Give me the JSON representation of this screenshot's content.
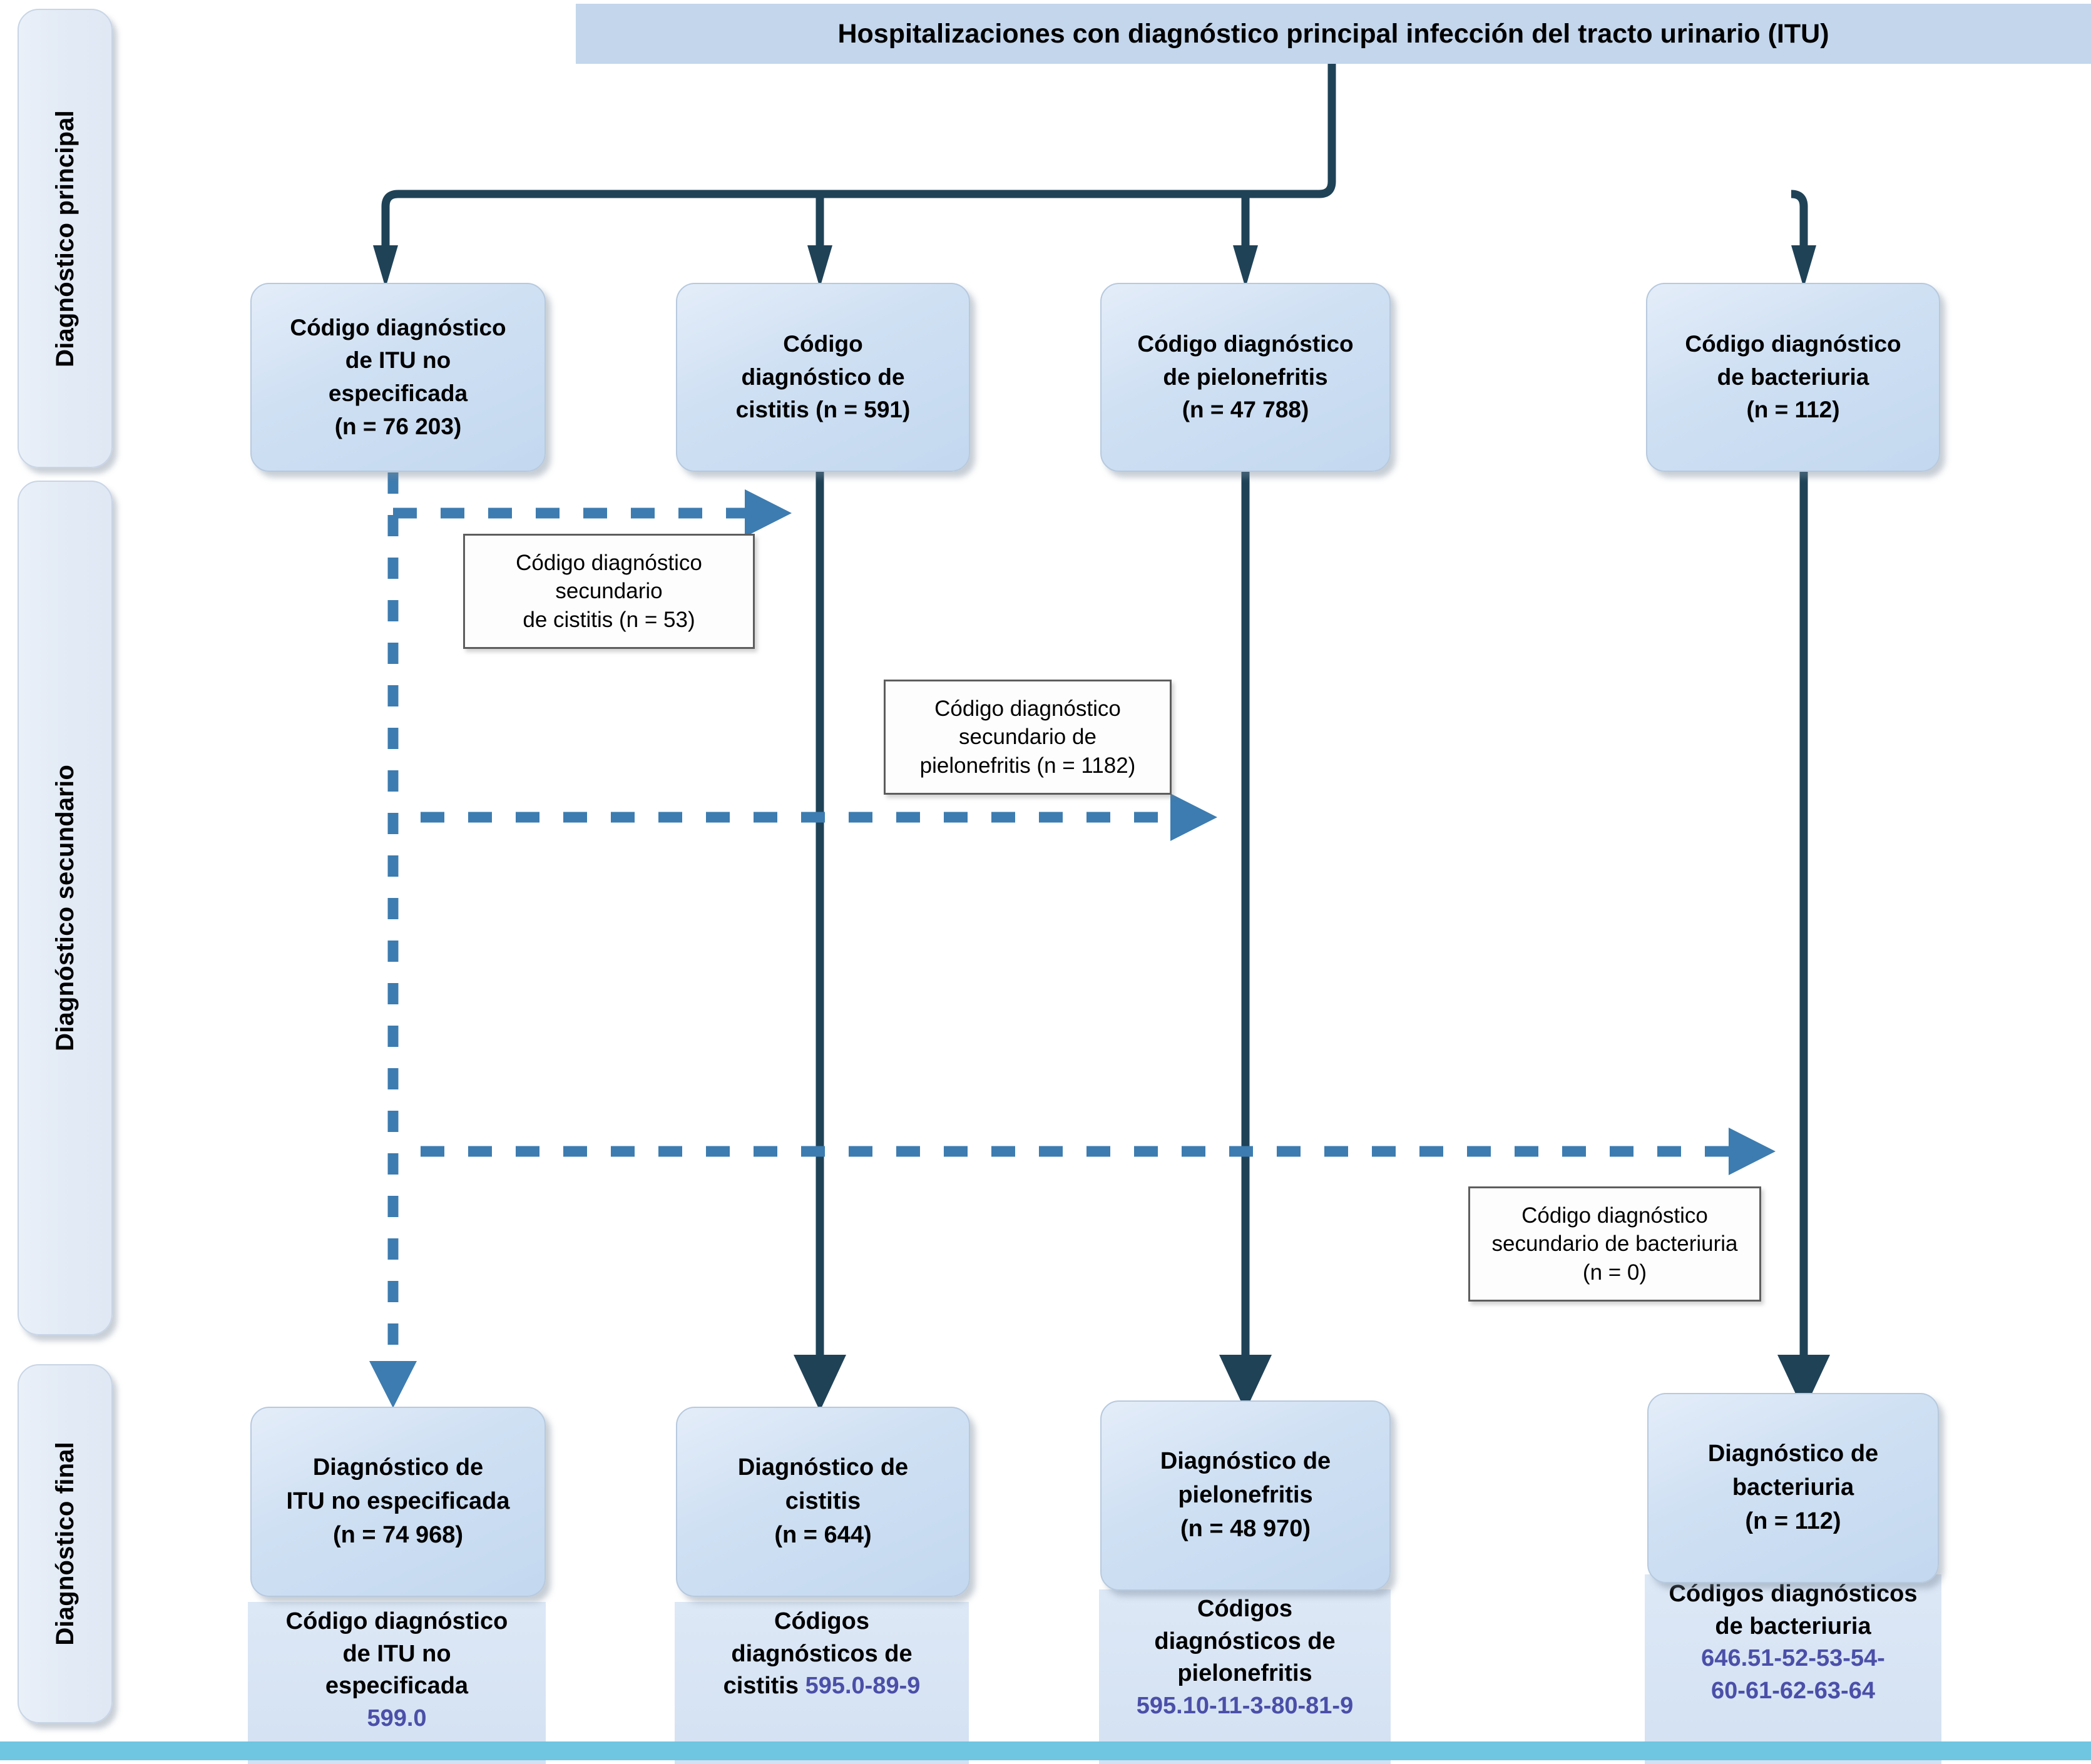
{
  "banner": {
    "title": "Hospitalizaciones con diagnóstico principal infección del tracto urinario (ITU)"
  },
  "rails": [
    {
      "label": "Diagnóstico principal"
    },
    {
      "label": "Diagnóstico secundario"
    },
    {
      "label": "Diagnóstico final"
    }
  ],
  "primary_boxes": [
    {
      "l1": "Código diagnóstico",
      "l2": "de ITU no",
      "l3": "especificada",
      "l4": "(n = 76 203)"
    },
    {
      "l1": "Código",
      "l2": "diagnóstico de",
      "l3": "cistitis (n = 591)",
      "l4": ""
    },
    {
      "l1": "Código diagnóstico",
      "l2": "de pielonefritis",
      "l3": "(n = 47 788)",
      "l4": ""
    },
    {
      "l1": "Código diagnóstico",
      "l2": "de bacteriuria",
      "l3": "(n = 112)",
      "l4": ""
    }
  ],
  "secondary_notes": [
    {
      "l1": "Código diagnóstico",
      "l2": "secundario",
      "l3": "de cistitis (n = 53)"
    },
    {
      "l1": "Código diagnóstico",
      "l2": "secundario de",
      "l3": "pielonefritis (n = 1182)"
    },
    {
      "l1": "Código diagnóstico",
      "l2": "secundario de bacteriuria",
      "l3": "(n = 0)"
    }
  ],
  "final_boxes": [
    {
      "l1": "Diagnóstico de",
      "l2": "ITU no especificada",
      "l3": "(n = 74 968)"
    },
    {
      "l1": "Diagnóstico de",
      "l2": "cistitis",
      "l3": "(n = 644)"
    },
    {
      "l1": "Diagnóstico  de",
      "l2": "pielonefritis",
      "l3": "(n = 48 970)"
    },
    {
      "l1": "Diagnóstico  de",
      "l2": "bacteriuria",
      "l3": "(n = 112)"
    }
  ],
  "code_panels": [
    {
      "l1": "Código diagnóstico",
      "l2": "de ITU no",
      "l3": "especificada",
      "code1": "599.0",
      "code2": ""
    },
    {
      "l1": "Códigos",
      "l2": "diagnósticos de",
      "l3": "cistitis ",
      "code1": "595.0-89-9",
      "code2": ""
    },
    {
      "l1": "Códigos",
      "l2": "diagnósticos de",
      "l3": "pielonefritis",
      "code1": "595.10-11-3-80-81-9",
      "code2": ""
    },
    {
      "l1": "Códigos diagnósticos",
      "l2": "de bacteriuria",
      "l3": "",
      "code1": "646.51-52-53-54-",
      "code2": "60-61-62-63-64"
    }
  ],
  "colors": {
    "banner_fill": "#c3d6ec",
    "box_fill": "#cfe0f3",
    "solid_connector": "#1f4257",
    "dashed_connector": "#3d7cb0",
    "code_text": "#4b4fa8",
    "footer_bar": "#6ec6e0"
  }
}
